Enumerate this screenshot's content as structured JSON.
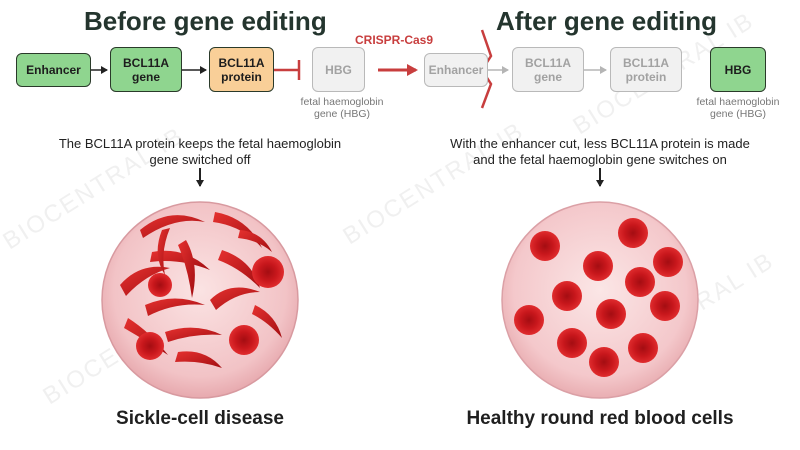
{
  "headings": {
    "before": "Before gene editing",
    "after": "After gene editing"
  },
  "tool": {
    "label": "CRISPR-Cas9"
  },
  "before": {
    "enhancer": "Enhancer",
    "gene": [
      "BCL11A",
      "gene"
    ],
    "protein": [
      "BCL11A",
      "protein"
    ],
    "hbg": "HBG",
    "hbg_note": [
      "fetal haemoglobin",
      "gene (HBG)"
    ],
    "caption": [
      "The BCL11A protein keeps the fetal haemoglobin",
      "gene switched off"
    ],
    "result": "Sickle-cell disease"
  },
  "after": {
    "enhancer": "Enhancer",
    "gene": [
      "BCL11A",
      "gene"
    ],
    "protein": [
      "BCL11A",
      "protein"
    ],
    "hbg": "HBG",
    "hbg_note": [
      "fetal haemoglobin",
      "gene (HBG)"
    ],
    "caption": [
      "With the enhancer cut, less BCL11A protein is made",
      "and the fetal haemoglobin gene switches on"
    ],
    "result": "Healthy round red blood cells"
  },
  "watermark": "BIOCENTRAL IB",
  "colors": {
    "active_green": "#8fd58f",
    "protein_orange": "#f9cf98",
    "inactive_grey": "#f1f1f1",
    "crispr_red": "#c83e3e",
    "blood_red": "#c9181c",
    "plasma_pink": "#f6cfd1"
  }
}
